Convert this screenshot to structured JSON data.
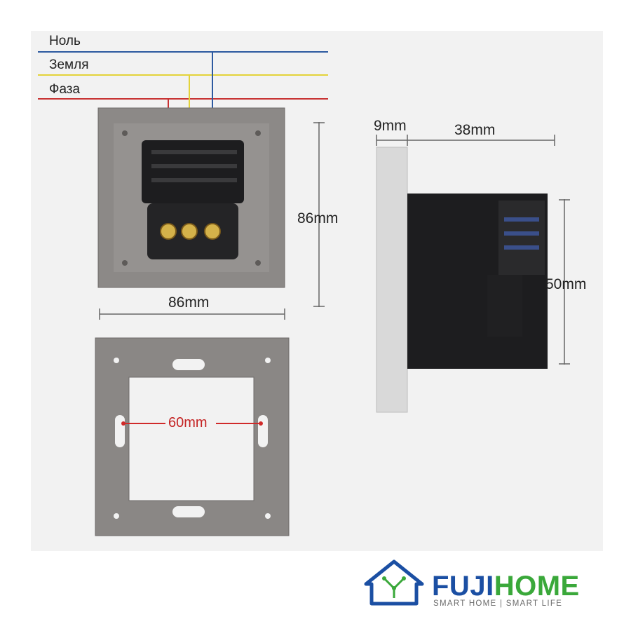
{
  "wires": [
    {
      "label": "Ноль",
      "color": "#2d5aa0"
    },
    {
      "label": "Земля",
      "color": "#e3d33a"
    },
    {
      "label": "Фаза",
      "color": "#c83232"
    }
  ],
  "dimensions": {
    "height": "86mm",
    "width": "86mm",
    "plate_thickness": "9mm",
    "module_depth": "38mm",
    "module_height": "50mm",
    "frame_opening": "60mm"
  },
  "logo": {
    "brand_part1": "FUJI",
    "brand_part2": "HOME",
    "tagline": "SMART HOME | SMART LIFE",
    "colors": {
      "primary": "#1b4fa3",
      "secondary": "#3aa83a"
    }
  },
  "colors": {
    "panel_background": "#f2f2f2",
    "plate_grey": "#8a8785",
    "module_black": "#1d1d1f",
    "side_plate": "#d9d9d9"
  }
}
